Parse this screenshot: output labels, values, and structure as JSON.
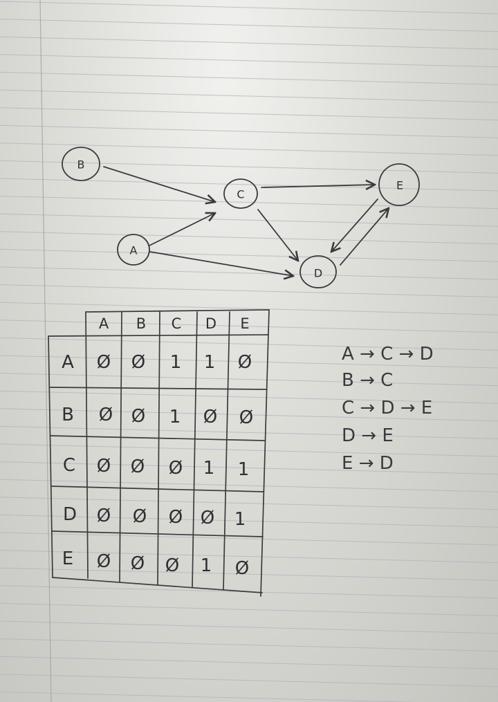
{
  "graph": {
    "nodes": [
      {
        "id": "B",
        "label": "B"
      },
      {
        "id": "C",
        "label": "C"
      },
      {
        "id": "E",
        "label": "E"
      },
      {
        "id": "A",
        "label": "A"
      },
      {
        "id": "D",
        "label": "D"
      }
    ],
    "edges": [
      {
        "from": "B",
        "to": "C"
      },
      {
        "from": "A",
        "to": "C"
      },
      {
        "from": "A",
        "to": "D"
      },
      {
        "from": "C",
        "to": "E"
      },
      {
        "from": "C",
        "to": "D"
      },
      {
        "from": "E",
        "to": "D"
      },
      {
        "from": "D",
        "to": "E"
      }
    ]
  },
  "matrix": {
    "col_headers": [
      "A",
      "B",
      "C",
      "D",
      "E"
    ],
    "rows": [
      {
        "label": "A",
        "cells": [
          "Ø",
          "Ø",
          "1",
          "1",
          "Ø"
        ]
      },
      {
        "label": "B",
        "cells": [
          "Ø",
          "Ø",
          "1",
          "Ø",
          "Ø"
        ]
      },
      {
        "label": "C",
        "cells": [
          "Ø",
          "Ø",
          "Ø",
          "1",
          "1"
        ]
      },
      {
        "label": "D",
        "cells": [
          "Ø",
          "Ø",
          "Ø",
          "Ø",
          "1"
        ]
      },
      {
        "label": "E",
        "cells": [
          "Ø",
          "Ø",
          "Ø",
          "1",
          "Ø"
        ]
      }
    ]
  },
  "adjacency_list": [
    "A → C → D",
    "B → C",
    "C → D → E",
    "D → E",
    "E → D"
  ],
  "colors": {
    "ink": "#3a3a3d",
    "paper": "#e6e6e2",
    "rule": "#a9b3bd",
    "margin": "#9aa29f"
  }
}
